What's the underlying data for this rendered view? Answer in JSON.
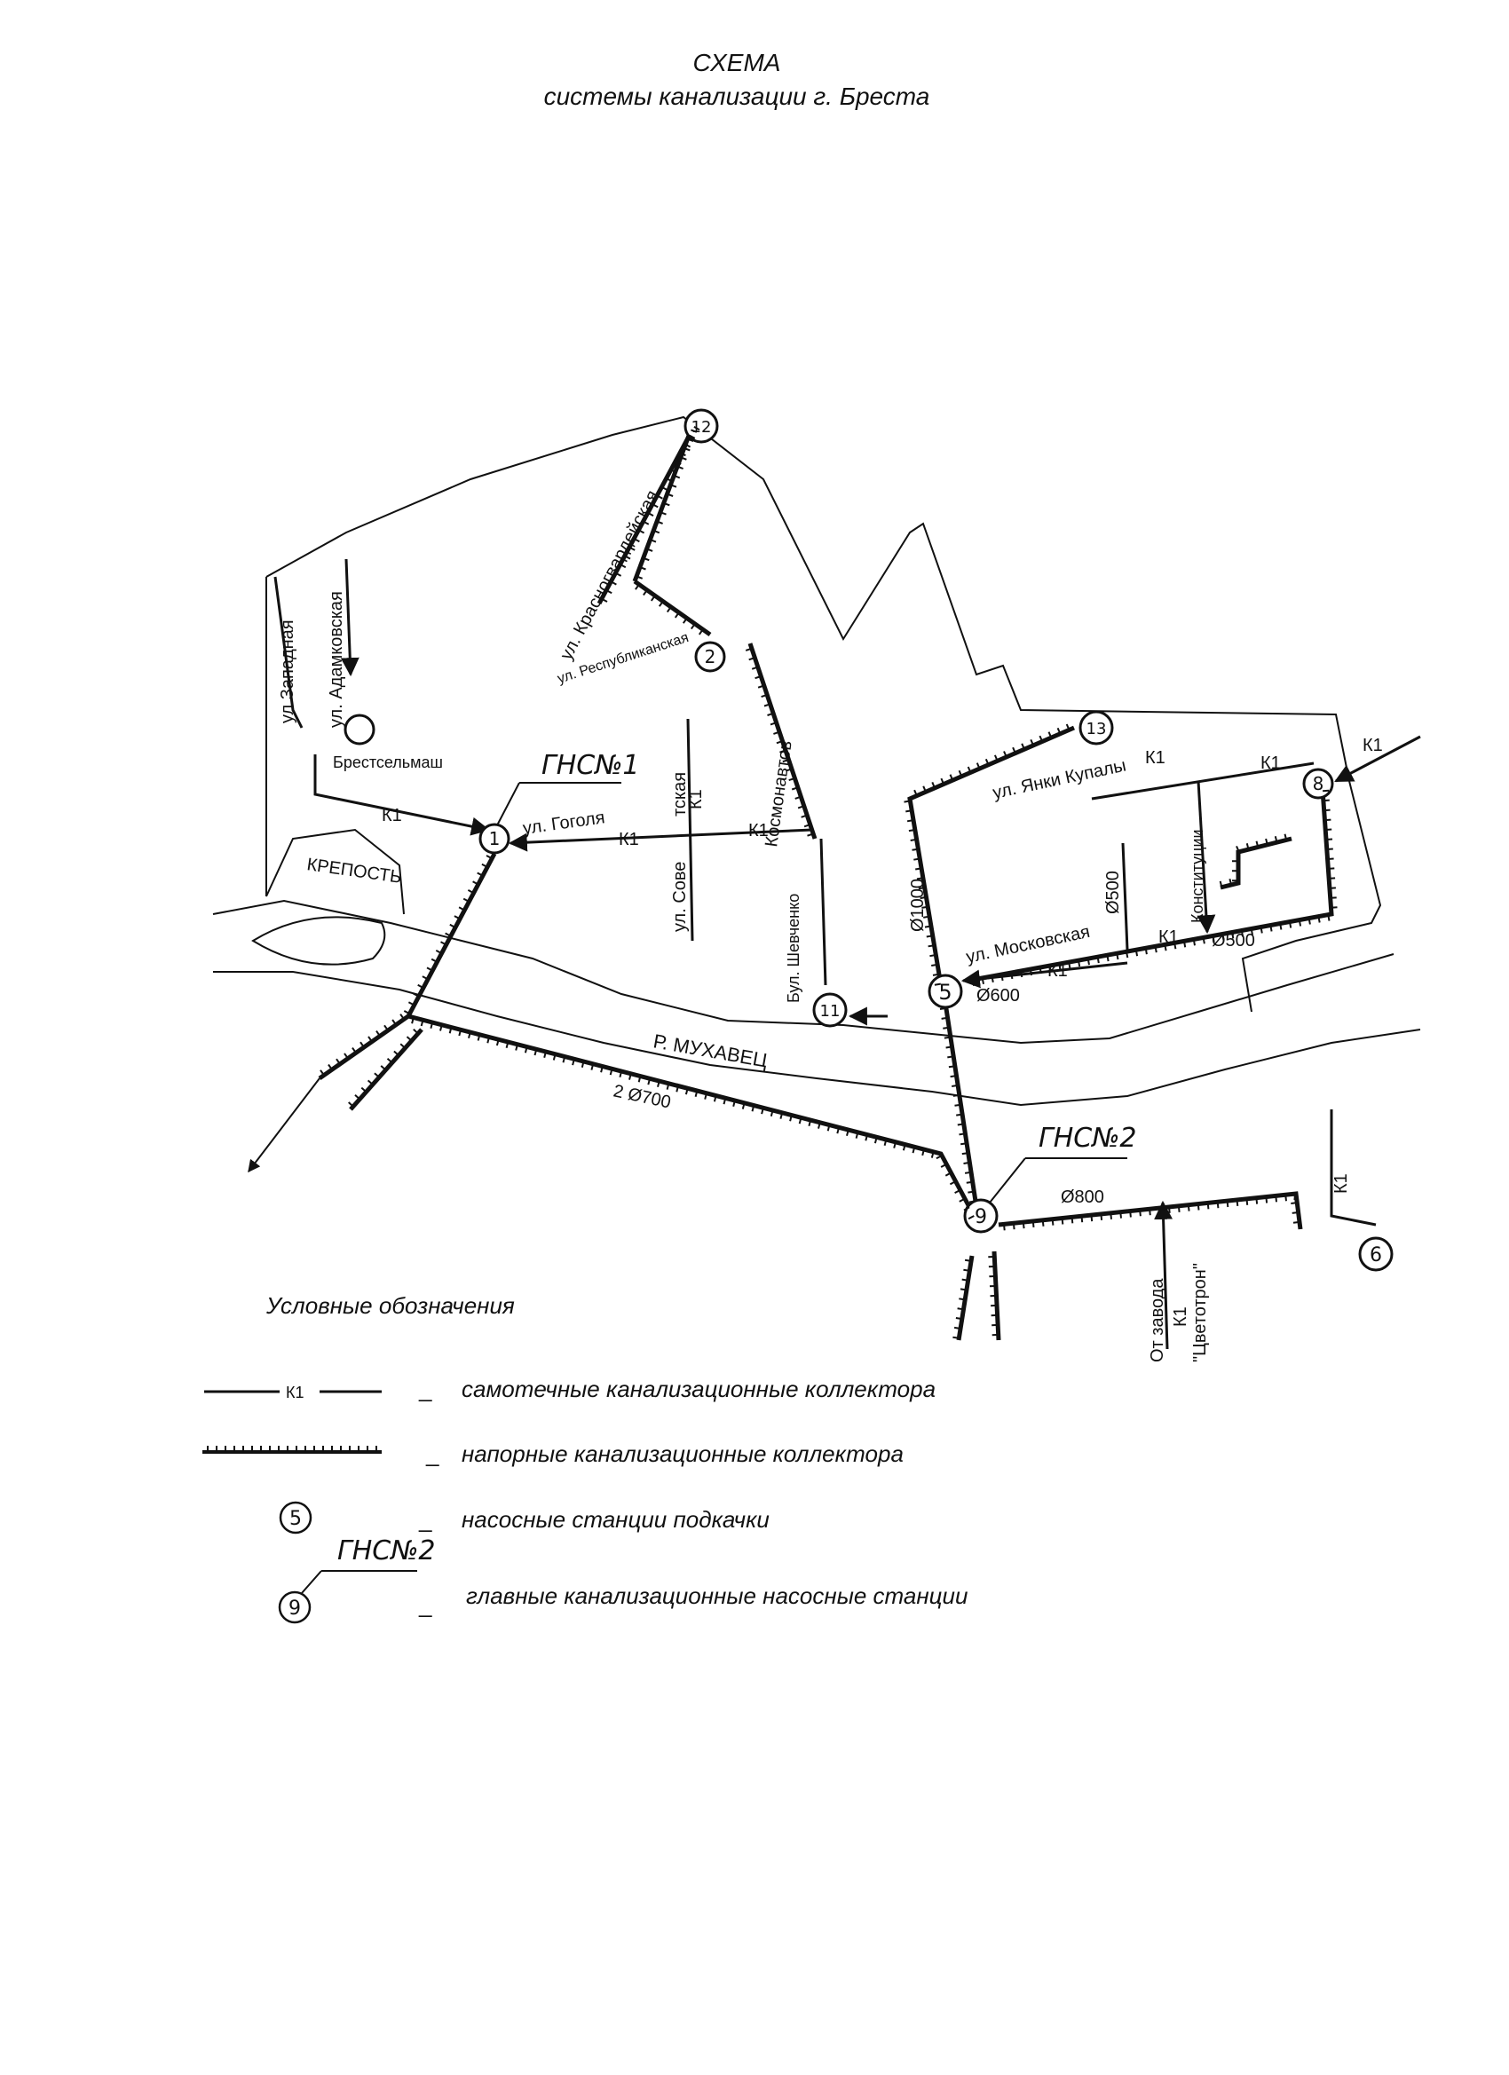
{
  "title": {
    "line1": "СХЕМА",
    "line2": "системы канализации г. Бреста"
  },
  "map": {
    "stations": [
      {
        "id": "1",
        "label": "1"
      },
      {
        "id": "2",
        "label": "2"
      },
      {
        "id": "5",
        "label": "5"
      },
      {
        "id": "6",
        "label": "6"
      },
      {
        "id": "8",
        "label": "8"
      },
      {
        "id": "9",
        "label": "9"
      },
      {
        "id": "11",
        "label": "11"
      },
      {
        "id": "12",
        "label": "12"
      },
      {
        "id": "13",
        "label": "13"
      }
    ],
    "main_stations": {
      "gns1": "ГНС№1",
      "gns2": "ГНС№2"
    },
    "streets": {
      "zapadnaya": "ул.Западная",
      "adamkovskaya": "ул. Адамковская",
      "krasnogvardeyskaya": "ул. Красногвардейская",
      "respublikanskaya": "ул. Республиканская",
      "kosmonavtov": "Космонавтов",
      "gogolya": "ул. Гоголя",
      "sovetskaya_top": "тская",
      "sovetskaya": "ул. Сове",
      "shevchenko": "Бул. Шевченко",
      "yanki_kupaly": "ул. Янки Купалы",
      "moskovskaya": "ул. Московская",
      "konstitutsii": "Конституции"
    },
    "places": {
      "brestselmash": "Брестсельмаш",
      "krepost": "КРЕПОСТЬ",
      "river": "Р. МУХАВЕЦ",
      "zavod_line1": "От завода",
      "zavod_line2": "\"Цветотрон\""
    },
    "pipes": {
      "k1": "К1",
      "d1000": "Ø1000",
      "d500": "Ø500",
      "d500b": "Ø500",
      "d600": "Ø600",
      "d800": "Ø800",
      "d700": "2 Ø700"
    }
  },
  "legend": {
    "title": "Условные обозначения",
    "sample_k1": "К1",
    "sample_station": "5",
    "sample_main_station": "9",
    "sample_gns": "ГНС№2",
    "dash": "_",
    "items": [
      {
        "text": "самотечные канализационные коллектора"
      },
      {
        "text": "напорные канализационные коллектора"
      },
      {
        "text": "насосные станции подкачки"
      },
      {
        "text": "главные канализационные насосные станции"
      }
    ]
  }
}
